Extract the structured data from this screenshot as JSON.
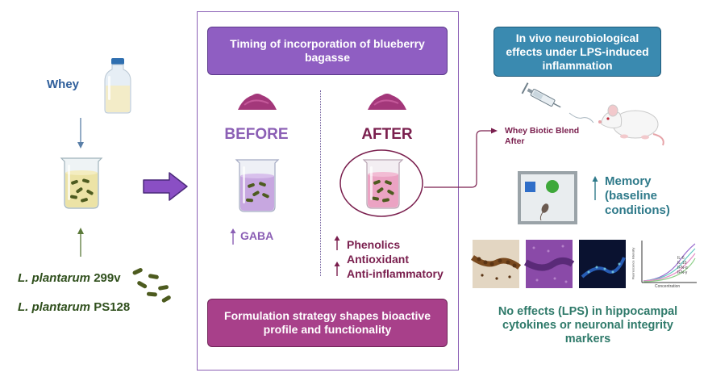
{
  "left": {
    "whey_label": "Whey",
    "strain1": {
      "genus": "L. plantarum",
      "strain": "299v"
    },
    "strain2": {
      "genus": "L. plantarum",
      "strain": "PS128"
    }
  },
  "center": {
    "title": "Timing of incorporation of blueberry bagasse",
    "before": {
      "label": "BEFORE",
      "effect": "GABA"
    },
    "after": {
      "label": "AFTER",
      "effects": [
        "Phenolics",
        "Antioxidant",
        "Anti-inflammatory"
      ]
    },
    "footer": "Formulation strategy shapes bioactive profile and functionality"
  },
  "right": {
    "title": "In vivo neurobiological effects under LPS-induced inflammation",
    "blend_label": [
      "Whey Biotic Blend",
      "After"
    ],
    "memory": [
      "Memory",
      "(baseline",
      "conditions)"
    ],
    "chart_legend": [
      "IL-6",
      "IL-10",
      "IFN-α",
      "IFN-γ"
    ],
    "chart_ylabel": "Fluorescence intensity",
    "chart_xlabel": "Concentration",
    "conclusion": "No effects (LPS) in hippocampal cytokines or neuronal integrity markers"
  },
  "colors": {
    "whey_blue": "#2e5e9b",
    "strain_green": "#2f4f1c",
    "purple": "#8b5fb5",
    "maroon": "#7a1f4e",
    "teal": "#2f7a8a",
    "banner_teal": "#3a8ab0",
    "banner_magenta": "#a8408a"
  }
}
